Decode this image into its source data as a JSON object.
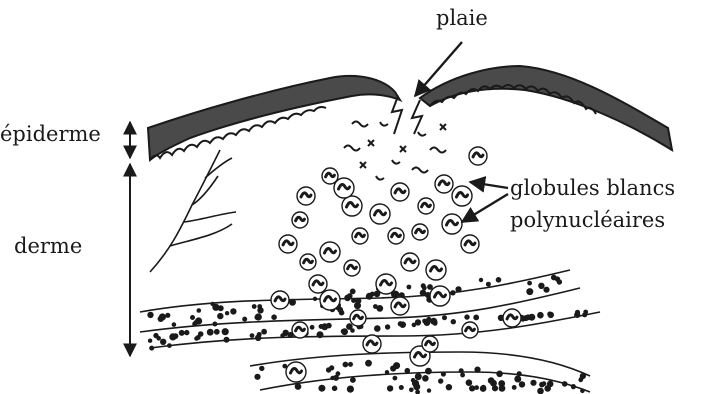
{
  "labels": {
    "plaie": "plaie",
    "epiderme": "épiderme",
    "derme": "derme",
    "globules_line1": "globules blancs",
    "globules_line2": "polynucléaires"
  },
  "colors": {
    "ink": "#1a1a1a",
    "epidermis_fill": "#4a4a4a",
    "paper": "#ffffff"
  }
}
